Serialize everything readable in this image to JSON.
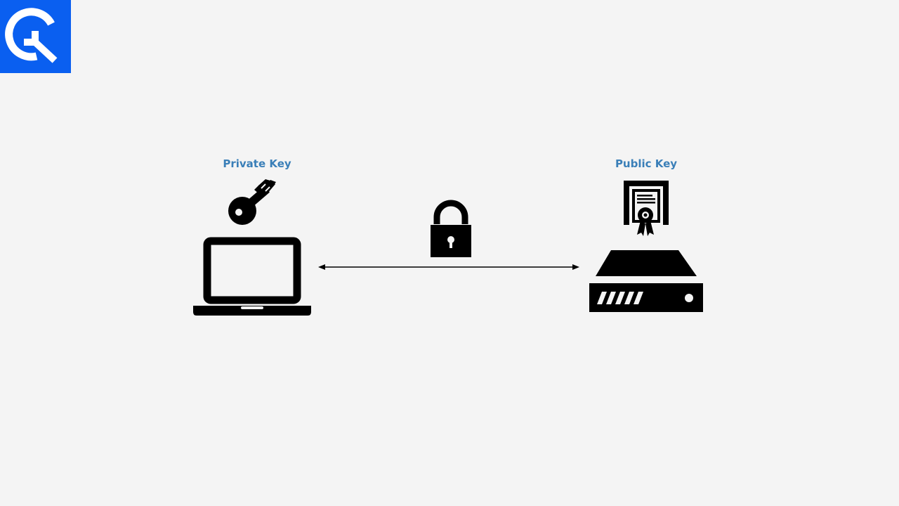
{
  "brand": {
    "logo_icon": "brand-logo-icon",
    "color": "#0a5ff0"
  },
  "labels": {
    "private_key": "Private Key",
    "public_key": "Public Key",
    "color": "#3a7fb8"
  },
  "icons": {
    "key": "key-icon",
    "laptop": "laptop-icon",
    "lock": "padlock-icon",
    "certificate": "certificate-icon",
    "server": "server-icon"
  },
  "connector": {
    "type": "bidirectional-arrow"
  }
}
